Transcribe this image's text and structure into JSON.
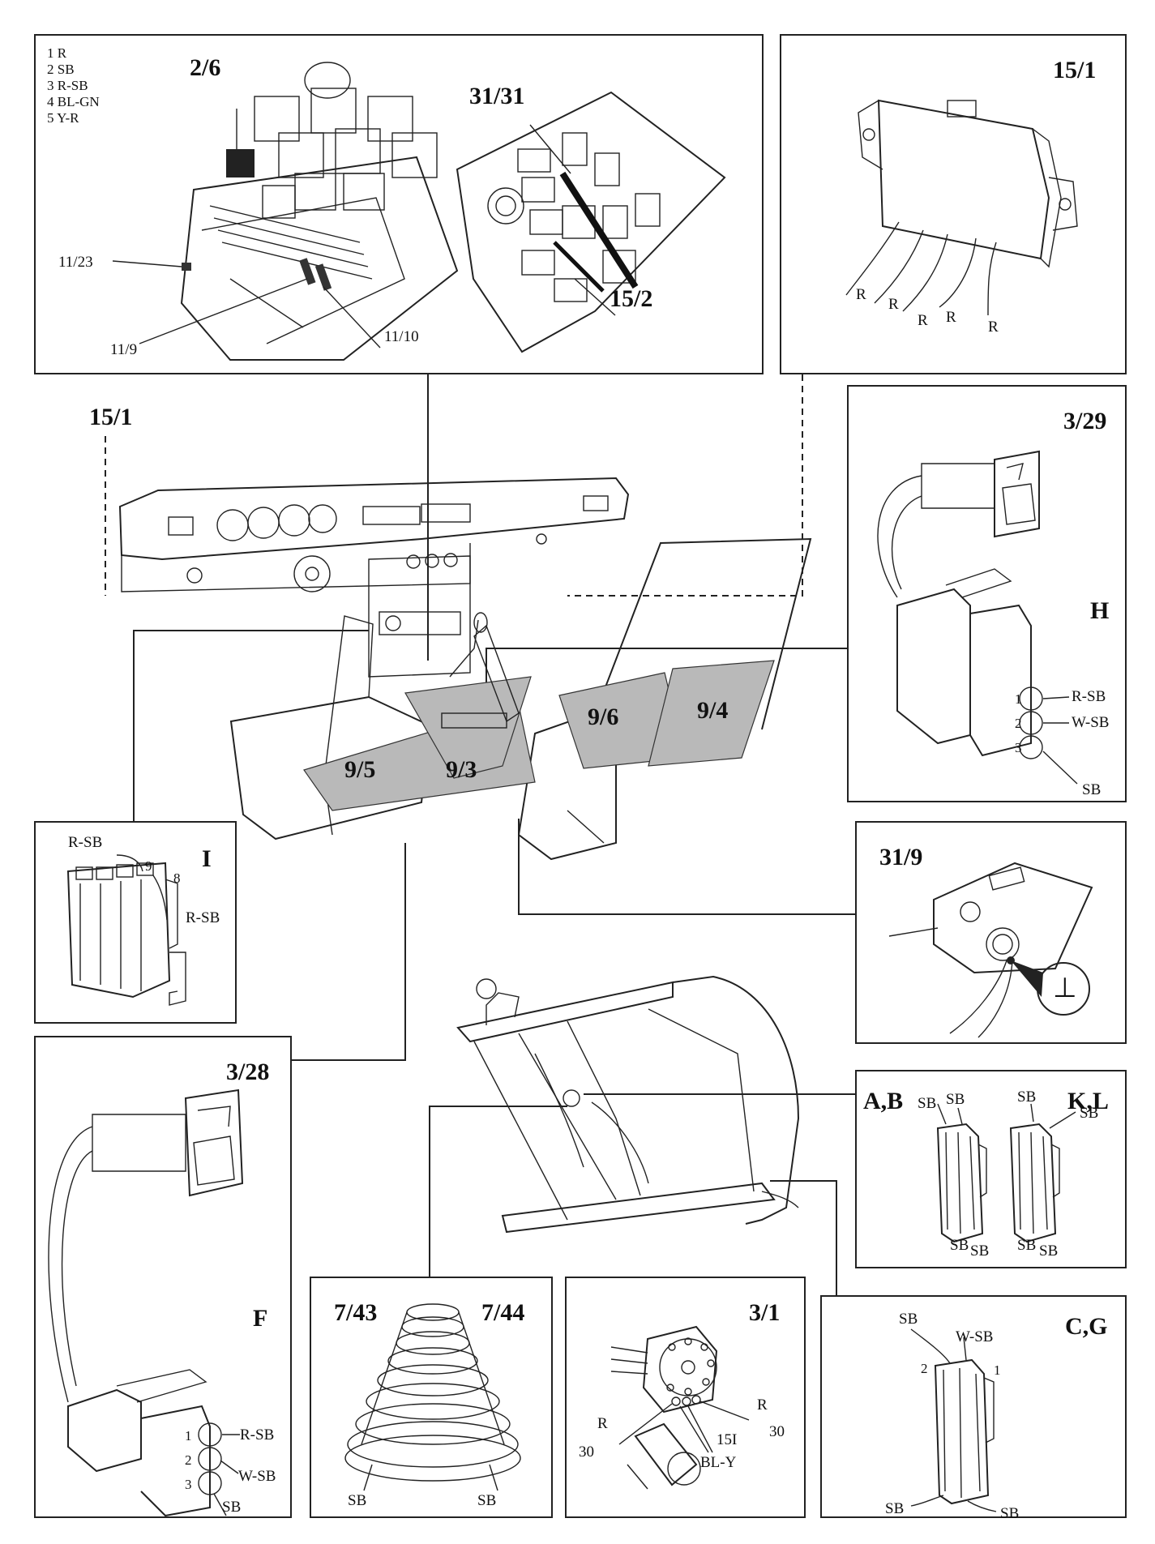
{
  "panels": {
    "fusebox": {
      "legend": [
        "1 R",
        "2 SB",
        "3 R-SB",
        "4 BL-GN",
        "5 Y-R"
      ],
      "big_labels": [
        "2/6",
        "31/31",
        "15/2"
      ],
      "small_labels": [
        "11/23",
        "11/9",
        "11/10"
      ]
    },
    "module_15_1": {
      "title": "15/1",
      "wires": [
        "R",
        "R",
        "R",
        "R",
        "R"
      ]
    },
    "switch_3_29": {
      "title": "3/29",
      "connector": "H",
      "pins": [
        "1",
        "2",
        "3"
      ],
      "wires": [
        "R-SB",
        "W-SB",
        "SB"
      ]
    },
    "ground_31_9": {
      "title": "31/9",
      "ground_symbol": "⊥"
    },
    "connector_I": {
      "title": "I",
      "wires": [
        "R-SB",
        "R-SB"
      ],
      "pins": [
        "9",
        "8"
      ]
    },
    "switch_3_28": {
      "title": "3/28",
      "connector": "F",
      "pins": [
        "1",
        "2",
        "3"
      ],
      "wires": [
        "R-SB",
        "W-SB",
        "SB"
      ]
    },
    "connectors_ab_kl": {
      "title_left": "A,B",
      "title_right": "K,L",
      "wires": [
        "SB",
        "SB",
        "SB",
        "SB",
        "SB",
        "SB",
        "SB",
        "SB"
      ]
    },
    "element_7_43_44": {
      "title_left": "7/43",
      "title_right": "7/44",
      "wires": [
        "SB",
        "SB"
      ]
    },
    "thermostat_3_1": {
      "title": "3/1",
      "wires": [
        "R",
        "R",
        "BL-Y"
      ],
      "terminals": [
        "30",
        "30",
        "15I"
      ]
    },
    "connector_cg": {
      "title": "C,G",
      "wires": [
        "SB",
        "W-SB",
        "SB",
        "SB"
      ],
      "pins": [
        "2",
        "1"
      ]
    }
  },
  "central": {
    "ref_label": "15/1",
    "mats": [
      "9/6",
      "9/4",
      "9/5",
      "9/3"
    ]
  },
  "colors": {
    "line": "#222222",
    "mat": "#b9b9b9",
    "background": "#ffffff"
  }
}
